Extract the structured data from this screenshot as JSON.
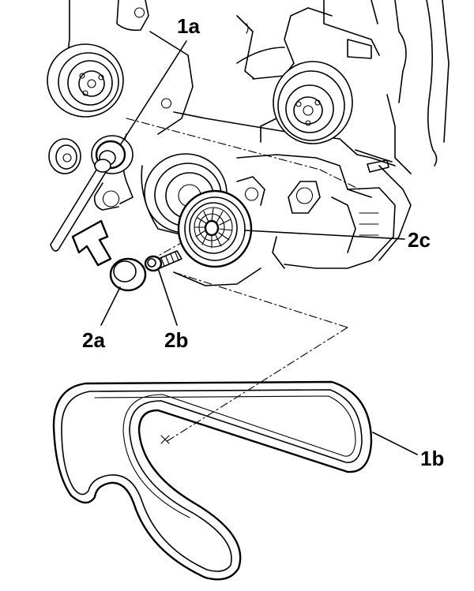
{
  "callouts": {
    "c1a": "1a",
    "c1b": "1b",
    "c2a": "2a",
    "c2b": "2b",
    "c2c": "2c"
  }
}
